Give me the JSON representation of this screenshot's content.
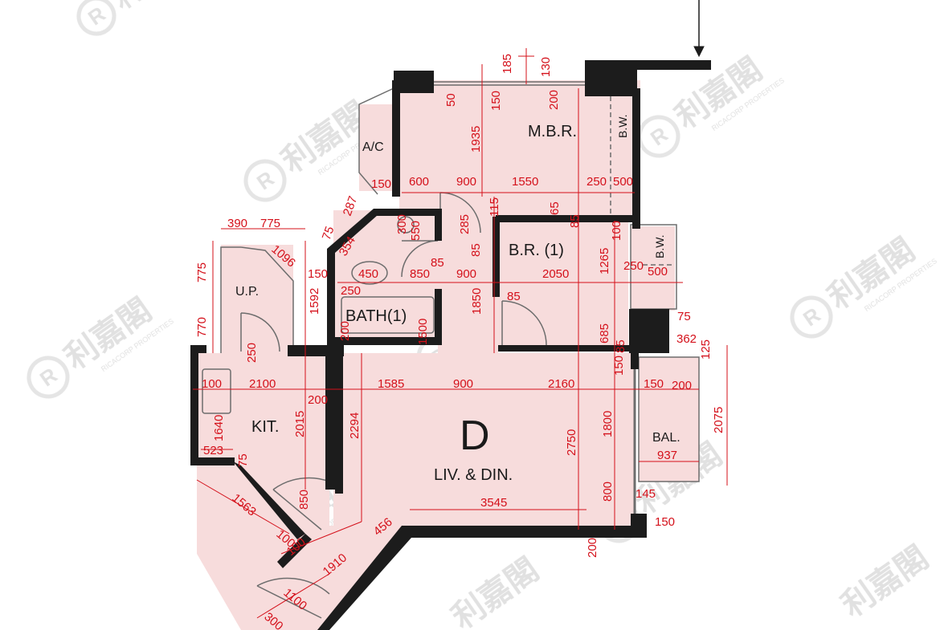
{
  "colors": {
    "floor": "#f7dcdc",
    "wall": "#1c1c1c",
    "outline": "#6d6d6d",
    "dimension": "#d4101a",
    "watermark": "#cfcfcf"
  },
  "rooms": {
    "mbr": "M.B.R.",
    "br1": "B.R. (1)",
    "bath1": "BATH(1)",
    "kitchen": "KIT.",
    "liv_din_letter": "D",
    "liv_din": "LIV. & DIN.",
    "balcony": "BAL.",
    "bw_top": "B.W.",
    "bw_mid": "B.W.",
    "ac": "A/C",
    "up": "U.P."
  },
  "watermark": {
    "chinese": "利嘉閣",
    "english": "RICACORP PROPERTIES",
    "mark": "R"
  },
  "dimensions": {
    "d185": "185",
    "d130": "130",
    "d50": "50",
    "d150a": "150",
    "d200a": "200",
    "d1935": "1935",
    "d150b": "150",
    "d600": "600",
    "d900a": "900",
    "d1550": "1550",
    "d250a": "250",
    "d500a": "500",
    "d287": "287",
    "d390": "390",
    "d775a": "775",
    "d75a": "75",
    "d300": "300",
    "d550": "550",
    "d285": "285",
    "d115": "115",
    "d65": "65",
    "d85a": "85",
    "d100a": "100",
    "d354": "354",
    "d1096": "1096",
    "d775b": "775",
    "d85b": "85",
    "d85c": "85",
    "d150c": "150",
    "d450": "450",
    "d850a": "850",
    "d900b": "900",
    "d2050": "2050",
    "d1265": "1265",
    "d250b": "250",
    "d500b": "500",
    "d1592": "1592",
    "d250c": "250",
    "d1850": "1850",
    "d85d": "85",
    "d770": "770",
    "d1500": "1500",
    "d200b": "200",
    "d685": "685",
    "d75b": "75",
    "d362": "362",
    "d125": "125",
    "d250d": "250",
    "d85e": "85",
    "d150d": "150",
    "d100b": "100",
    "d2100": "2100",
    "d1585": "1585",
    "d900c": "900",
    "d2160": "2160",
    "d150e": "150",
    "d200c": "200",
    "d200d": "200",
    "d2015": "2015",
    "d2294": "2294",
    "d1640": "1640",
    "d2750": "2750",
    "d1800": "1800",
    "d2075": "2075",
    "d523": "523",
    "d75c": "75",
    "d937": "937",
    "d1563": "1563",
    "d850b": "850",
    "d800": "800",
    "d3545": "3545",
    "d145": "145",
    "d100c": "100",
    "d456": "456",
    "d150f": "150",
    "d100d": "100",
    "d1910": "1910",
    "d200e": "200",
    "d1100": "1100",
    "d300b": "300"
  }
}
